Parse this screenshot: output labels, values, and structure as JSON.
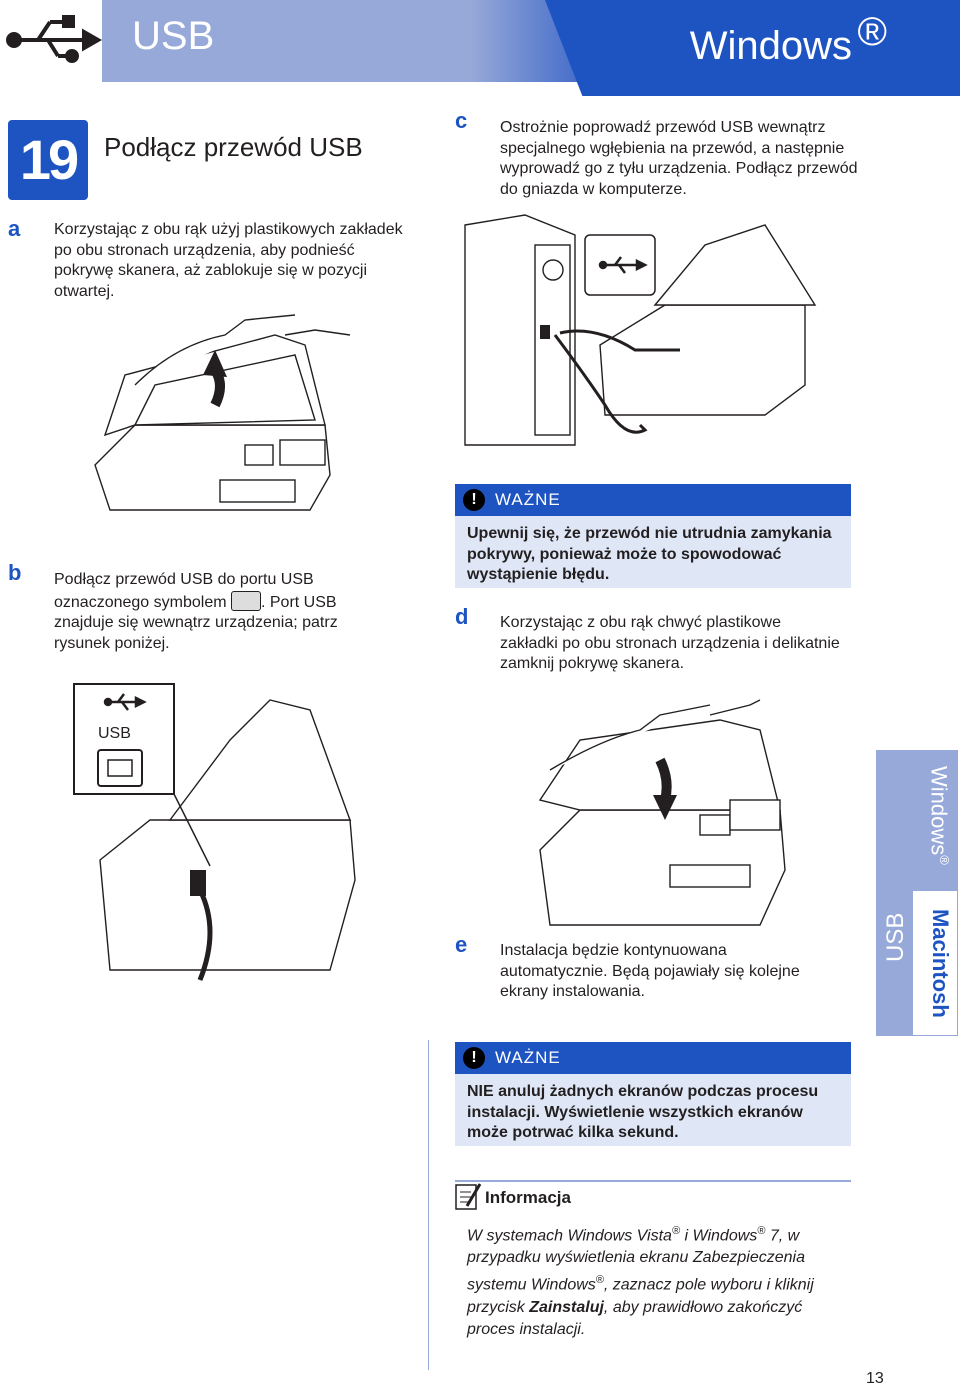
{
  "header": {
    "usb_label": "USB",
    "windows_label": "Windows",
    "registered_mark": "®"
  },
  "step": {
    "number": "19",
    "title": "Podłącz przewód USB"
  },
  "steps": {
    "a": {
      "letter": "a",
      "text": "Korzystając z obu rąk użyj plastikowych zakładek po obu stronach urządzenia, aby podnieść pokrywę skanera, aż zablokuje się w pozycji otwartej."
    },
    "b": {
      "letter": "b",
      "text_before": "Podłącz przewód USB do portu USB oznaczonego symbolem ",
      "text_after": ". Port USB znajduje się wewnątrz urządzenia; patrz rysunek poniżej."
    },
    "c": {
      "letter": "c",
      "text": "Ostrożnie poprowadź przewód USB wewnątrz specjalnego wgłębienia na przewód, a następnie wyprowadź go z tyłu urządzenia. Podłącz przewód do gniazda w komputerze."
    },
    "d": {
      "letter": "d",
      "text": "Korzystając z obu rąk chwyć plastikowe zakładki po obu stronach urządzenia i delikatnie zamknij pokrywę skanera."
    },
    "e": {
      "letter": "e",
      "text": "Instalacja będzie kontynuowana automatycznie. Będą pojawiały się kolejne ekrany instalowania."
    }
  },
  "important_1": {
    "label": "WAŻNE",
    "text": "Upewnij się, że przewód nie utrudnia zamykania pokrywy, ponieważ może to spowodować wystąpienie błędu."
  },
  "important_2": {
    "label": "WAŻNE",
    "text": "NIE anuluj żadnych ekranów podczas procesu instalacji. Wyświetlenie wszystkich ekranów może potrwać kilka sekund."
  },
  "info": {
    "label": "Informacja",
    "p1": "W systemach Windows Vista",
    "p2": " i Windows",
    "p3": " 7, w przypadku wyświetlenia ekranu Zabezpieczenia systemu Windows",
    "p4": ", zaznacz pole wyboru i kliknij przycisk ",
    "bold": "Zainstaluj",
    "p5": ", aby prawidłowo zakończyć proces instalacji.",
    "reg": "®"
  },
  "figure_usb_label": "USB",
  "side_tab": {
    "usb": "USB",
    "windows": "Windows",
    "registered_mark": "®",
    "macintosh": "Macintosh"
  },
  "page_number": "13",
  "colors": {
    "accent": "#1e54c2",
    "light_accent": "#97a9d8",
    "box_bg": "#dfe7f6"
  }
}
